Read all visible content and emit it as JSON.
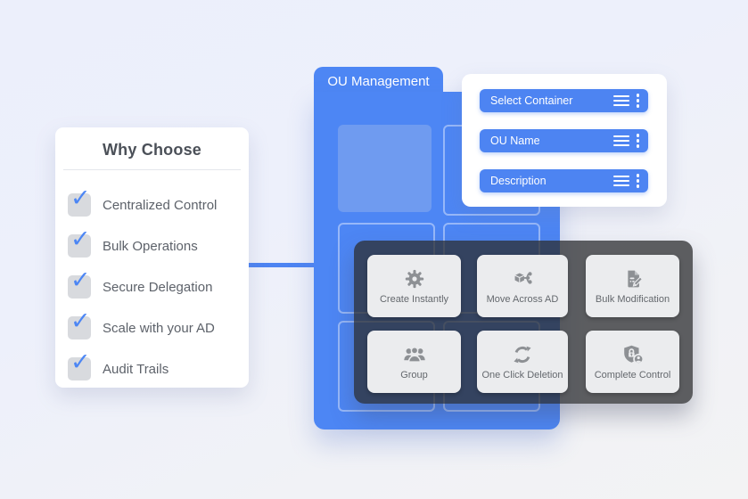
{
  "why_choose_card": {
    "title": "Why Choose",
    "check_glyph": "✓",
    "items": [
      {
        "label": "Centralized Control",
        "checked": true
      },
      {
        "label": "Bulk Operations",
        "checked": true
      },
      {
        "label": "Secure Delegation",
        "checked": true
      },
      {
        "label": "Scale with your AD",
        "checked": true
      },
      {
        "label": "Audit Trails",
        "checked": true
      }
    ]
  },
  "ou_panel": {
    "title": "OU Management",
    "tile_count": 6,
    "filled_tile_index": 0
  },
  "form_card": {
    "fields": [
      {
        "label": "Select Container",
        "icons": [
          "menu-icon",
          "kebab-icon"
        ]
      },
      {
        "label": "OU Name",
        "icons": [
          "menu-icon",
          "kebab-icon"
        ]
      },
      {
        "label": "Description",
        "icons": [
          "menu-icon",
          "kebab-icon"
        ]
      }
    ]
  },
  "features_panel": {
    "tiles": [
      {
        "label": "Create Instantly",
        "icon": "gear-icon"
      },
      {
        "label": "Move Across AD",
        "icon": "move-hierarchy-icon"
      },
      {
        "label": "Bulk Modification",
        "icon": "document-edit-icon"
      },
      {
        "label": "Group",
        "icon": "group-icon"
      },
      {
        "label": "One Click Deletion",
        "icon": "sync-arrows-icon"
      },
      {
        "label": "Complete Control",
        "icon": "shield-user-icon"
      }
    ]
  },
  "colors": {
    "accent_blue": "#4d84f2",
    "panel_blue": "#4d86f4",
    "tile_light_blue": "#6f9bf0",
    "dark_overlay": "rgba(45,46,49,0.76)",
    "tile_gray": "#ebecee",
    "icon_gray": "#8d9094",
    "text_gray": "#5d626a",
    "background_top": "#eceffb",
    "background_bottom": "#f3f3f4"
  }
}
